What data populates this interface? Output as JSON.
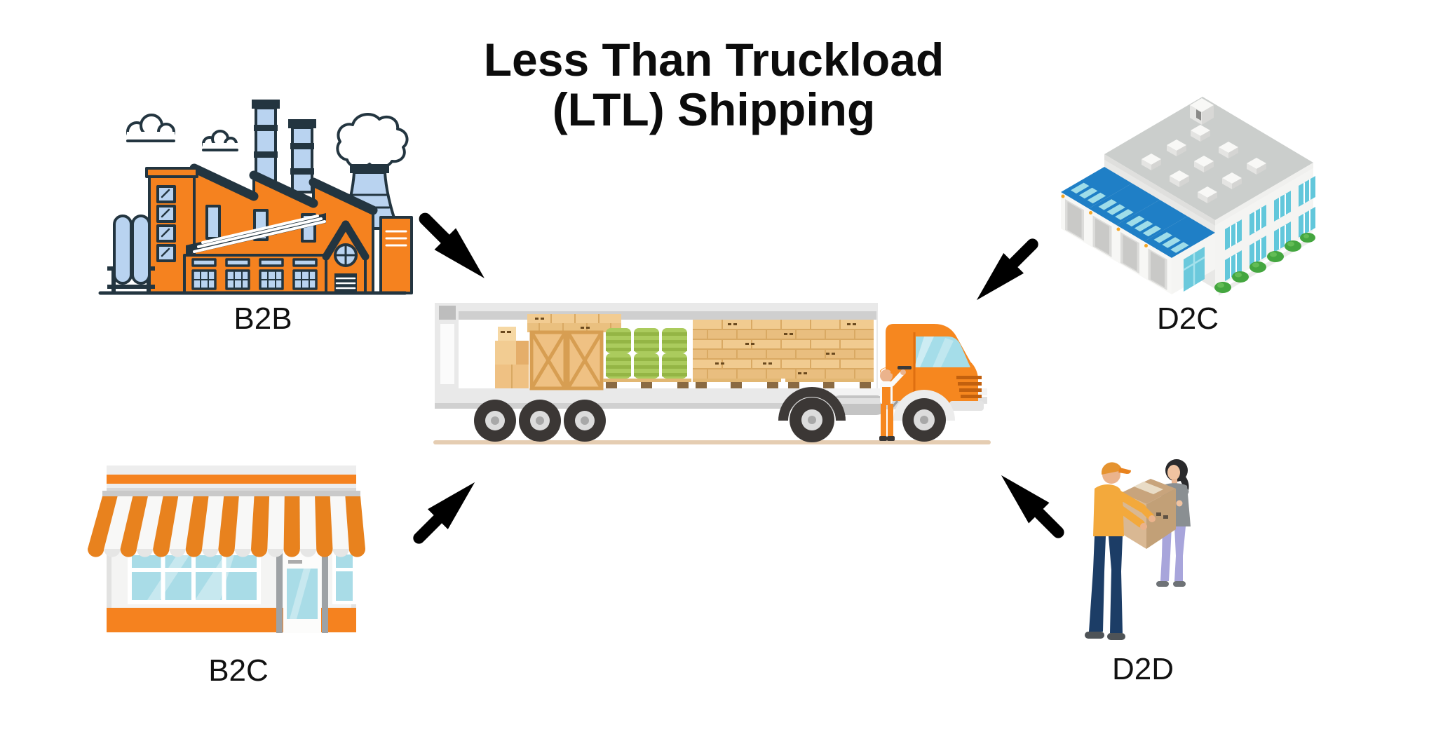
{
  "title": {
    "line1": "Less Than Truckload",
    "line2": "(LTL) Shipping"
  },
  "nodes": {
    "b2b": {
      "label": "B2B",
      "illustration": "factory-icon"
    },
    "d2c": {
      "label": "D2C",
      "illustration": "isometric-warehouse-icon"
    },
    "b2c": {
      "label": "B2C",
      "illustration": "storefront-awning-icon"
    },
    "d2d": {
      "label": "D2D",
      "illustration": "courier-handoff-icon"
    }
  },
  "center": {
    "illustration": "ltl-semi-truck-loaded-with-boxes-crates-barrels-pallets"
  },
  "arrows": [
    {
      "id": "arrow-b2b-to-truck",
      "direction": "down-right"
    },
    {
      "id": "arrow-d2c-to-truck",
      "direction": "down-left"
    },
    {
      "id": "arrow-b2c-to-truck",
      "direction": "up-right"
    },
    {
      "id": "arrow-d2d-to-truck",
      "direction": "up-left"
    }
  ],
  "colors": {
    "background": "#ffffff",
    "text": "#0c0c0c",
    "accent_orange": "#F5821F",
    "outline_dark": "#233540",
    "light_blue": "#B9D3F0",
    "cyan_glass": "#A3DCE8",
    "warehouse_roof_blue": "#1F7FC6",
    "barrel_green": "#ABCB5D",
    "cargo_tan": "#EFC183",
    "ground_tan": "#E5CDB2",
    "arrow_black": "#000000"
  }
}
